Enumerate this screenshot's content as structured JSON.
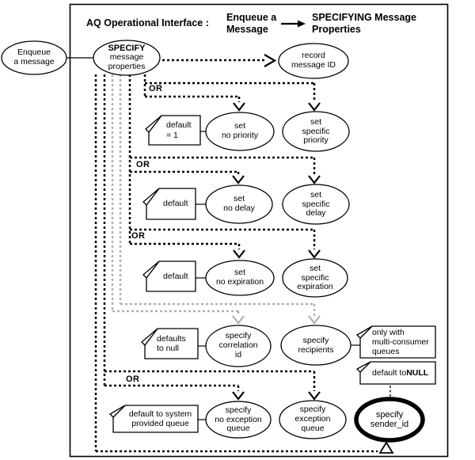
{
  "title": {
    "prefix": "AQ Operational Interface :",
    "action": "Enqueue a\nMessage",
    "subject": "SPECIFYING Message\nProperties"
  },
  "start": {
    "label": "Enqueue\na message"
  },
  "specify": {
    "head": "SPECIFY",
    "body": "message\nproperties"
  },
  "record": {
    "label": "record\nmessage ID"
  },
  "or": "OR",
  "rows": [
    {
      "doc": "default\n= 1",
      "left": "set\nno priority",
      "right": "set\nspecific\npriority"
    },
    {
      "doc": "default",
      "left": "set\nno delay",
      "right": "set\nspecific\ndelay"
    },
    {
      "doc": "default",
      "left": "set\nno expiration",
      "right": "set\nspecific\nexpiration"
    },
    {
      "doc": "defaults\nto null",
      "left": "specify\ncorrelation\nid",
      "right": "specify\nrecipients",
      "note": "only with\nmulti-consumer\nqueues"
    },
    {
      "doc": "default to system\nprovided queue",
      "left": "specify\nno exception\nqueue",
      "right": "specify\nexception\nqueue",
      "note_prefix": "default to ",
      "note_emphasis": "NULL",
      "sender": "specify\nsender_id"
    }
  ],
  "colors": {
    "line": "#000000",
    "muted_line": "#b0b0b0",
    "background": "#ffffff"
  }
}
